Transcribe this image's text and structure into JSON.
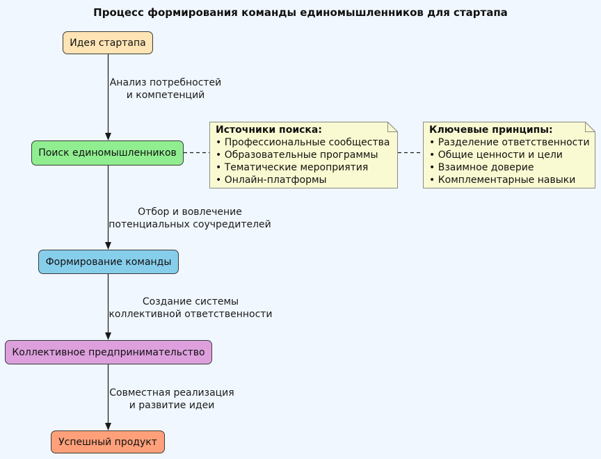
{
  "title": "Процесс формирования команды единомышленников для стартапа",
  "nodes": [
    {
      "id": "startup-idea",
      "label": "Идея стартапа",
      "fill": "#FFE4B5"
    },
    {
      "id": "search-likeminded",
      "label": "Поиск единомышленников",
      "fill": "#90EE90"
    },
    {
      "id": "team-formation",
      "label": "Формирование команды",
      "fill": "#87CEEB"
    },
    {
      "id": "collective-entrepreneurship",
      "label": "Коллективное предпринимательство",
      "fill": "#DDA0DD"
    },
    {
      "id": "successful-product",
      "label": "Успешный продукт",
      "fill": "#FFA07A"
    }
  ],
  "edges": [
    {
      "label_lines": [
        "Анализ потребностей",
        "и компетенций"
      ]
    },
    {
      "label_lines": [
        "Отбор и вовлечение",
        "потенциальных соучредителей"
      ]
    },
    {
      "label_lines": [
        "Создание системы",
        "коллективной ответственности"
      ]
    },
    {
      "label_lines": [
        "Совместная реализация",
        "и развитие идеи"
      ]
    }
  ],
  "notes": [
    {
      "title": "Источники поиска:",
      "items": [
        "• Профессиональные сообщества",
        "• Образовательные программы",
        "• Тематические мероприятия",
        "• Онлайн-платформы"
      ]
    },
    {
      "title": "Ключевые принципы:",
      "items": [
        "• Разделение ответственности",
        "• Общие ценности и цели",
        "• Взаимное доверие",
        "• Комплементарные навыки"
      ]
    }
  ],
  "colors": {
    "background": "#F0F7FE",
    "note_fill": "#FAFAD2",
    "note_border": "#8a8a8a",
    "node_border": "#3a3a3a",
    "line": "#1a1a1a"
  }
}
